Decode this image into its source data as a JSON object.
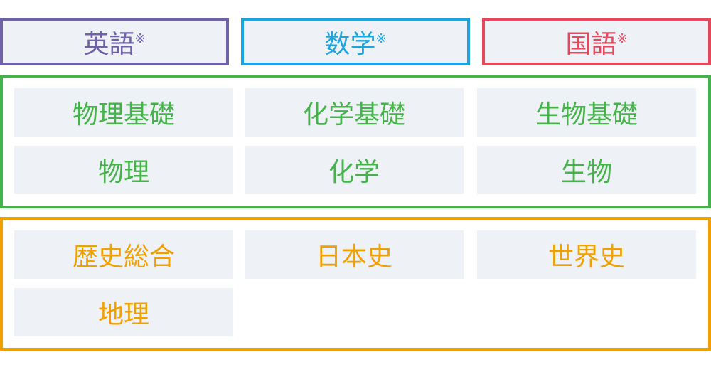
{
  "colors": {
    "english": "#7161ab",
    "math": "#1aa5e0",
    "japanese": "#e5485b",
    "science": "#45b34a",
    "social": "#f0a000"
  },
  "top": [
    {
      "label": "英語",
      "mark": "※"
    },
    {
      "label": "数学",
      "mark": "※"
    },
    {
      "label": "国語",
      "mark": "※"
    }
  ],
  "science": [
    "物理基礎",
    "化学基礎",
    "生物基礎",
    "物理",
    "化学",
    "生物"
  ],
  "social": [
    "歴史総合",
    "日本史",
    "世界史",
    "地理"
  ]
}
